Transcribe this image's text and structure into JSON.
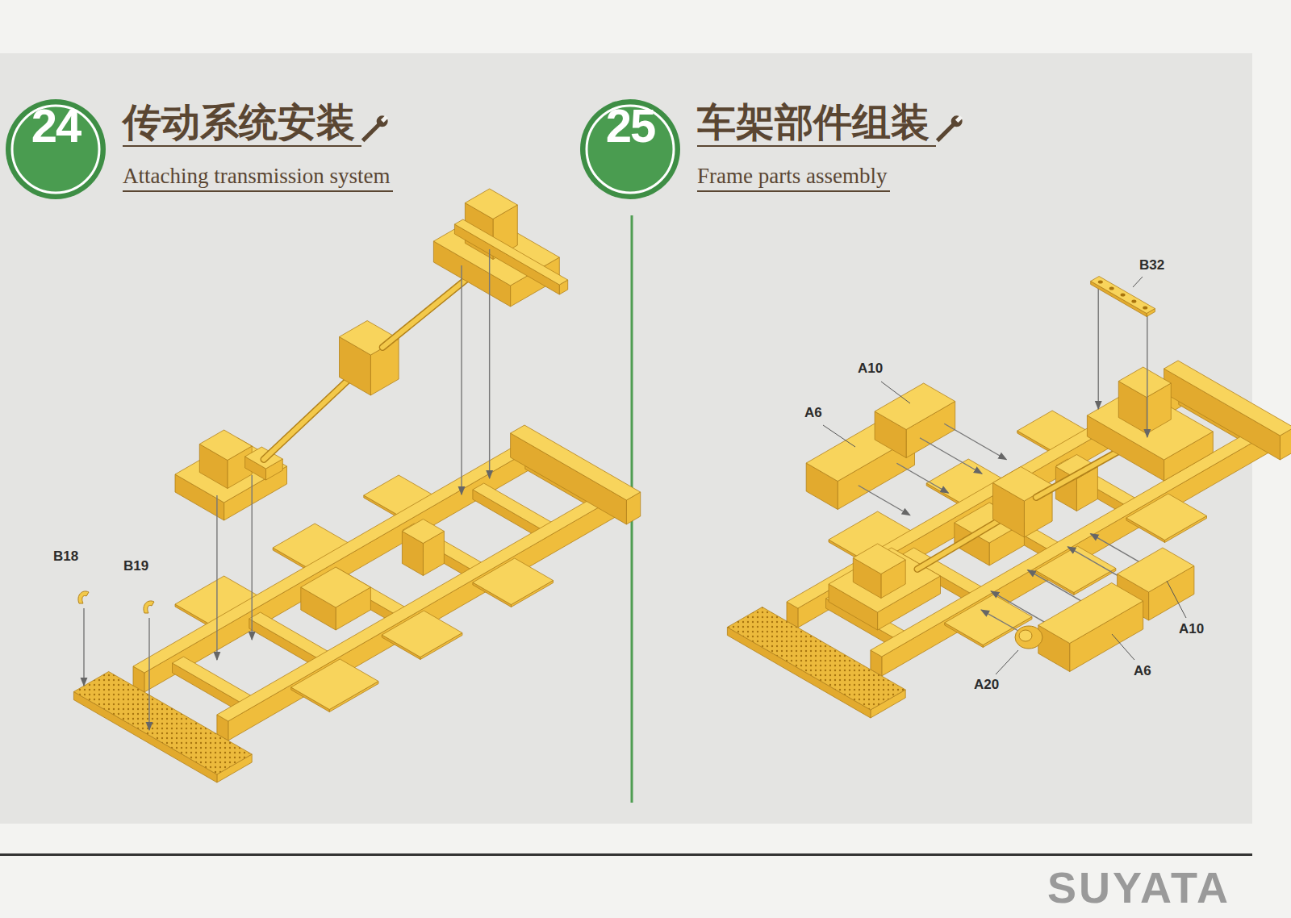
{
  "diagram": {
    "nodes": [
      {
        "text": [
          "24",
          "传动系统安装",
          "Attaching transmission system"
        ]
      },
      {
        "text": [
          "25",
          "车架部件组装",
          "Frame parts assembly"
        ]
      }
    ],
    "labels": [
      "B18",
      "B19",
      "B32",
      "A10",
      "A6",
      "A10",
      "A6",
      "A20",
      "SUYATA"
    ]
  }
}
